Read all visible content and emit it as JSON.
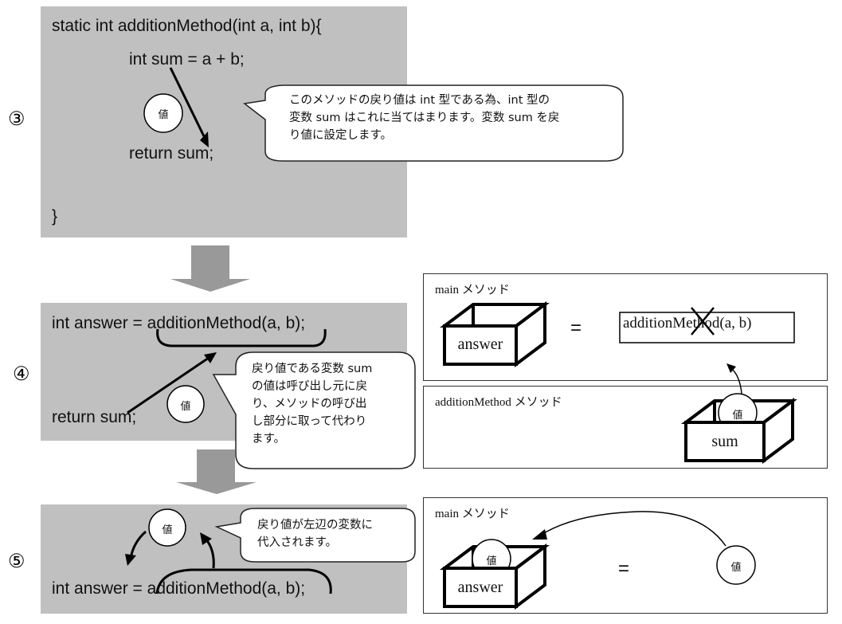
{
  "steps": [
    {
      "marker": "③",
      "code": {
        "line1": "static int additionMethod(int a, int b){",
        "line2": "int sum = a + b;",
        "line3": "return sum;",
        "line4": "}"
      },
      "value_badge": "値",
      "callout": {
        "line1": "このメソッドの戻り値は int 型である為、int 型の",
        "line2": "変数 sum はこれに当てはまります。変数 sum を戻",
        "line3": "り値に設定します。"
      }
    },
    {
      "marker": "④",
      "code": {
        "line1": "int answer = additionMethod(a, b);",
        "line2": "return sum;"
      },
      "value_badge": "値",
      "callout": {
        "line1": "戻り値である変数 sum",
        "line2": "の値は呼び出し元に戻",
        "line3": "り、メソッドの呼び出",
        "line4": "し部分に取って代わり",
        "line5": "ます。"
      },
      "diagram": {
        "main_frame_title": "main メソッド",
        "answer_box": "answer",
        "equals": "=",
        "call_expression": "additionMethod(a, b)",
        "sub_frame_title": "additionMethod メソッド",
        "sum_box": "sum",
        "value_badge": "値"
      }
    },
    {
      "marker": "⑤",
      "code": {
        "line1": "int answer = additionMethod(a, b);"
      },
      "value_badge": "値",
      "callout": {
        "line1": "戻り値が左辺の変数に",
        "line2": "代入されます。"
      },
      "diagram": {
        "main_frame_title": "main メソッド",
        "answer_box": "answer",
        "equals": "=",
        "answer_value_badge": "値",
        "source_value_badge": "値"
      }
    }
  ],
  "colors": {
    "panel": "#c0c0c0",
    "arrow_fill": "#999999",
    "ink": "#111111"
  }
}
